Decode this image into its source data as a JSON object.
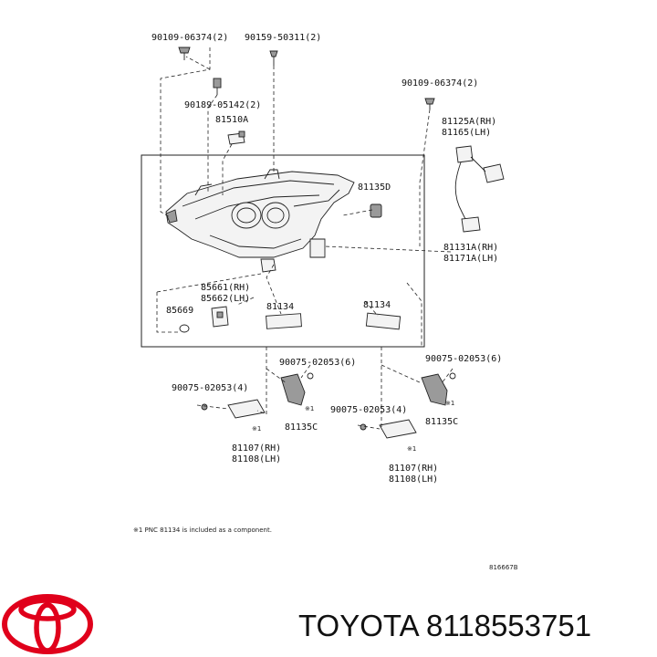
{
  "parts": {
    "p_90109_a": "90109-06374(2)",
    "p_90159": "90159-50311(2)",
    "p_90189": "90189-05142(2)",
    "p_81510a": "81510A",
    "p_90109_b": "90109-06374(2)",
    "p_81125a": "81125A(RH)",
    "p_81165": "81165(LH)",
    "p_81135d": "81135D",
    "p_81131a": "81131A(RH)",
    "p_81171a": "81171A(LH)",
    "p_85661": "85661(RH)",
    "p_85662": "85662(LH)",
    "p_85669": "85669",
    "p_81134_a": "81134",
    "p_81134_b": "81134",
    "p_90075_a": "90075-02053(6)",
    "p_90075_b": "90075-02053(6)",
    "p_90075_c": "90075-02053(4)",
    "p_90075_d": "90075-02053(4)",
    "p_81135c_a": "81135C",
    "p_81135c_b": "81135C",
    "p_mark_a": "※1",
    "p_mark_b": "※1",
    "p_mark_c": "※1",
    "p_mark_d": "※1",
    "p_81107_a": "81107(RH)",
    "p_81108_a": "81108(LH)",
    "p_81107_b": "81107(RH)",
    "p_81108_b": "81108(LH)"
  },
  "footnote": "※1 PNC 81134 is included as a component.",
  "diagram_code": "816667B",
  "brand": {
    "logo_name": "toyota-logo-icon",
    "logo_color": "#e0001b",
    "caption": "TOYOTA 8118553751"
  }
}
